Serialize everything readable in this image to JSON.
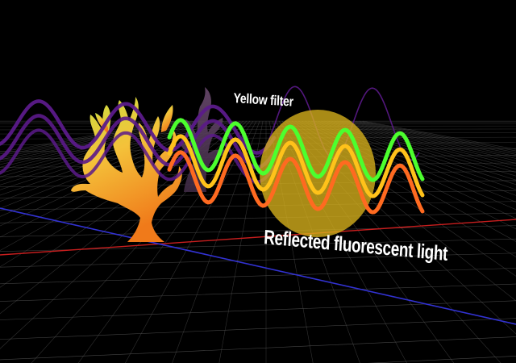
{
  "labels": {
    "filter_label": "Yellow filter",
    "reflected_label": "Reflected fluorescent light"
  },
  "colors": {
    "background": "#000000",
    "grid": "#5a5a5a",
    "axis_red": "#c81e1e",
    "axis_blue": "#3232d2",
    "filter_disc": "#d9b21c",
    "wave_green": "#4cff2e",
    "wave_yellow": "#ffc21a",
    "wave_orange": "#ff6a20",
    "wave_purple": "#5b1a8a",
    "tree_bright_top": "#c8e040",
    "tree_bright_bottom": "#f07a1a",
    "tree_dim": "#5a3a5e"
  },
  "icons": {
    "tree": "coral-tree-silhouette",
    "filter": "filter-disc"
  }
}
